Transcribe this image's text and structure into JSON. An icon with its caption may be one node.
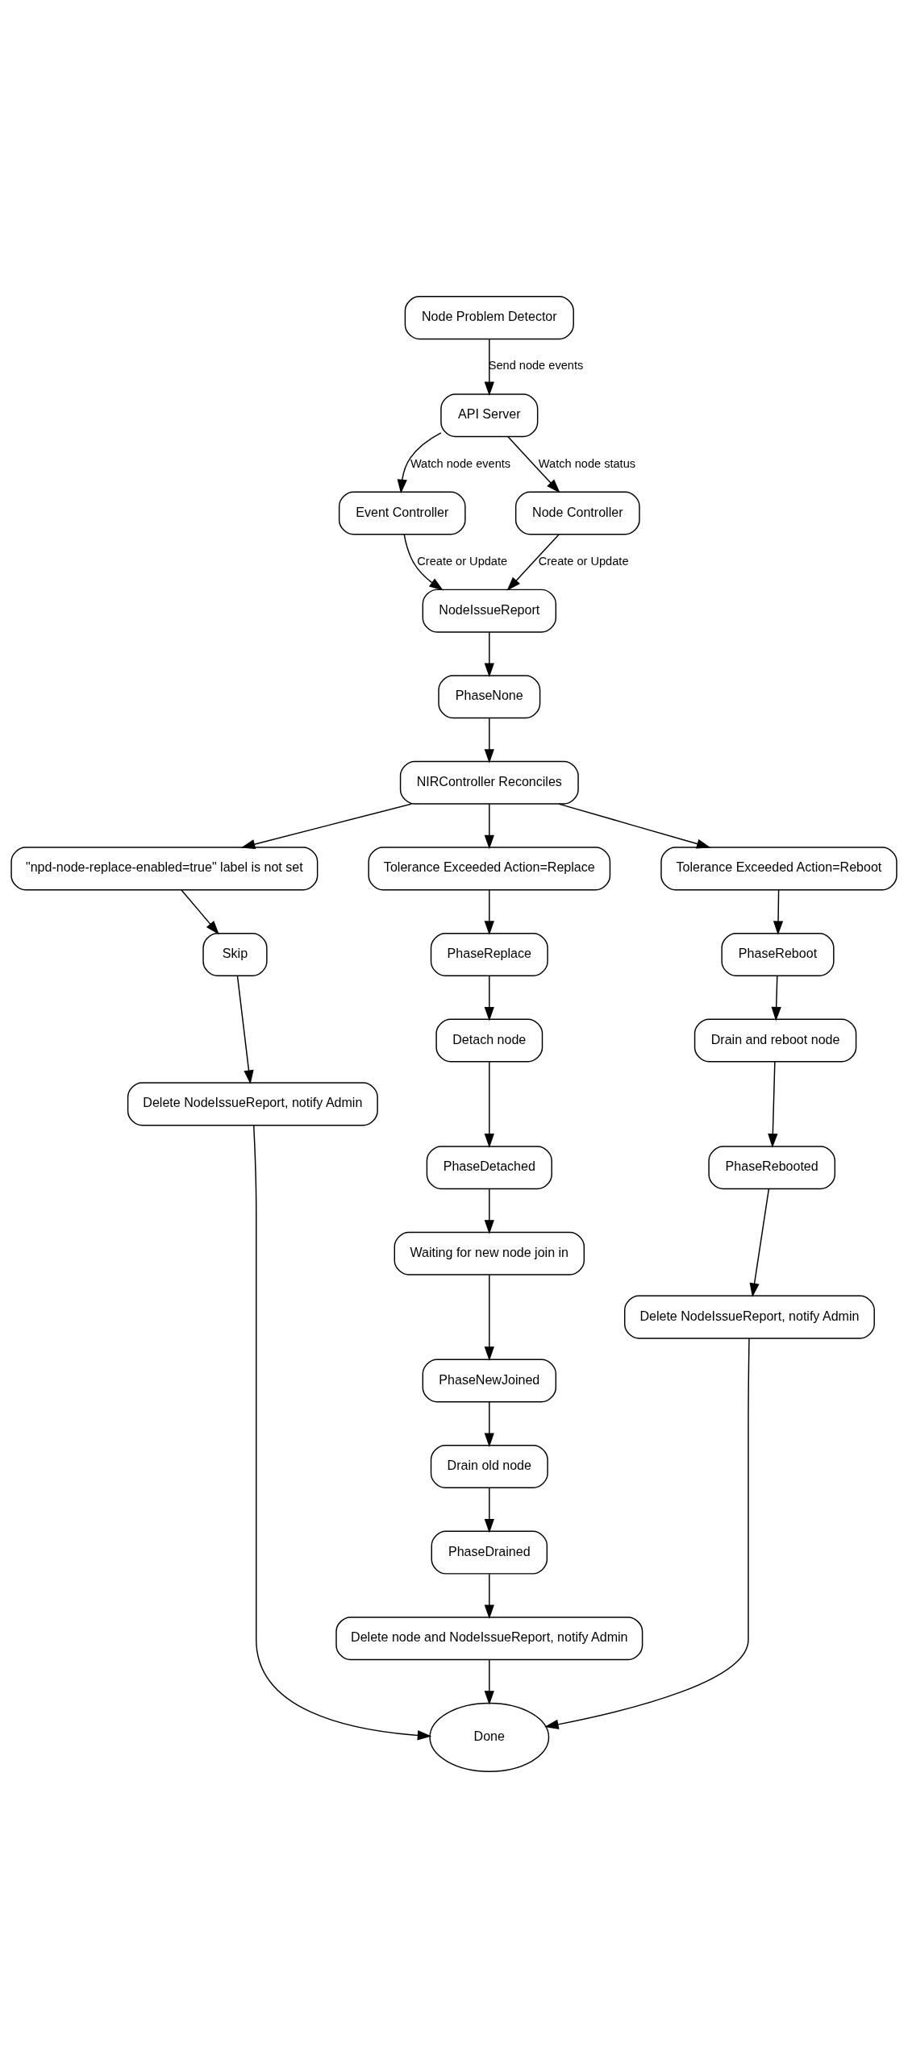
{
  "diagram": {
    "nodes": [
      {
        "text": [
          "Node Problem Detector"
        ]
      },
      {
        "text": [
          "API Server"
        ]
      },
      {
        "text": [
          "Event Controller"
        ]
      },
      {
        "text": [
          "Node Controller"
        ]
      },
      {
        "text": [
          "NodeIssueReport"
        ]
      },
      {
        "text": [
          "PhaseNone"
        ]
      },
      {
        "text": [
          "NIRController Reconciles"
        ]
      },
      {
        "text": [
          "Tolerance Exceeded Action=Replace"
        ]
      },
      {
        "text": [
          "Tolerance Exceeded Action=Reboot"
        ]
      },
      {
        "text": [
          "PhaseReplace"
        ]
      },
      {
        "text": [
          "PhaseReboot"
        ]
      },
      {
        "text": [
          "\"npd-node-replace-enabled=true\" label is not set"
        ]
      },
      {
        "text": [
          "Detach node"
        ]
      },
      {
        "text": [
          "PhaseDetached"
        ]
      },
      {
        "text": [
          "Drain and reboot node"
        ]
      },
      {
        "text": [
          "Waiting for new node join in"
        ]
      },
      {
        "text": [
          "Skip"
        ]
      },
      {
        "text": [
          "PhaseNewJoined"
        ]
      },
      {
        "text": [
          "PhaseRebooted"
        ]
      },
      {
        "text": [
          "Drain old node"
        ]
      },
      {
        "text": [
          "Delete NodeIssueReport, notify Admin"
        ]
      },
      {
        "text": [
          "PhaseDrained"
        ]
      },
      {
        "text": [
          "Delete NodeIssueReport, notify Admin"
        ]
      },
      {
        "text": [
          "Delete node and NodeIssueReport, notify Admin"
        ]
      },
      {
        "text": [
          "Done"
        ]
      }
    ],
    "edges": [
      {
        "from": 0,
        "to": 1,
        "arrow": "to",
        "label": "Send node events"
      },
      {
        "from": 1,
        "to": 2,
        "arrow": "to",
        "label": "Watch node events"
      },
      {
        "from": 1,
        "to": 3,
        "arrow": "to",
        "label": "Watch node status"
      },
      {
        "from": 2,
        "to": 4,
        "arrow": "to",
        "label": "Create or Update"
      },
      {
        "from": 3,
        "to": 4,
        "arrow": "to",
        "label": "Create or Update"
      },
      {
        "from": 4,
        "to": 5,
        "arrow": "to"
      },
      {
        "from": 5,
        "to": 6,
        "arrow": "to"
      },
      {
        "from": 6,
        "to": 11,
        "arrow": "to"
      },
      {
        "from": 6,
        "to": 7,
        "arrow": "to"
      },
      {
        "from": 6,
        "to": 8,
        "arrow": "to"
      },
      {
        "from": 7,
        "to": 9,
        "arrow": "to"
      },
      {
        "from": 8,
        "to": 10,
        "arrow": "to"
      },
      {
        "from": 11,
        "to": 16,
        "arrow": "to"
      },
      {
        "from": 9,
        "to": 12,
        "arrow": "to"
      },
      {
        "from": 12,
        "to": 13,
        "arrow": "to"
      },
      {
        "from": 10,
        "to": 14,
        "arrow": "to"
      },
      {
        "from": 13,
        "to": 15,
        "arrow": "to"
      },
      {
        "from": 15,
        "to": 17,
        "arrow": "to"
      },
      {
        "from": 14,
        "to": 18,
        "arrow": "to"
      },
      {
        "from": 16,
        "to": 20,
        "arrow": "to"
      },
      {
        "from": 17,
        "to": 19,
        "arrow": "to"
      },
      {
        "from": 19,
        "to": 21,
        "arrow": "to"
      },
      {
        "from": 18,
        "to": 22,
        "arrow": "to"
      },
      {
        "from": 21,
        "to": 23,
        "arrow": "to"
      },
      {
        "from": 20,
        "to": 24,
        "arrow": "to"
      },
      {
        "from": 23,
        "to": 24,
        "arrow": "to"
      },
      {
        "from": 22,
        "to": 24,
        "arrow": "to"
      }
    ]
  }
}
